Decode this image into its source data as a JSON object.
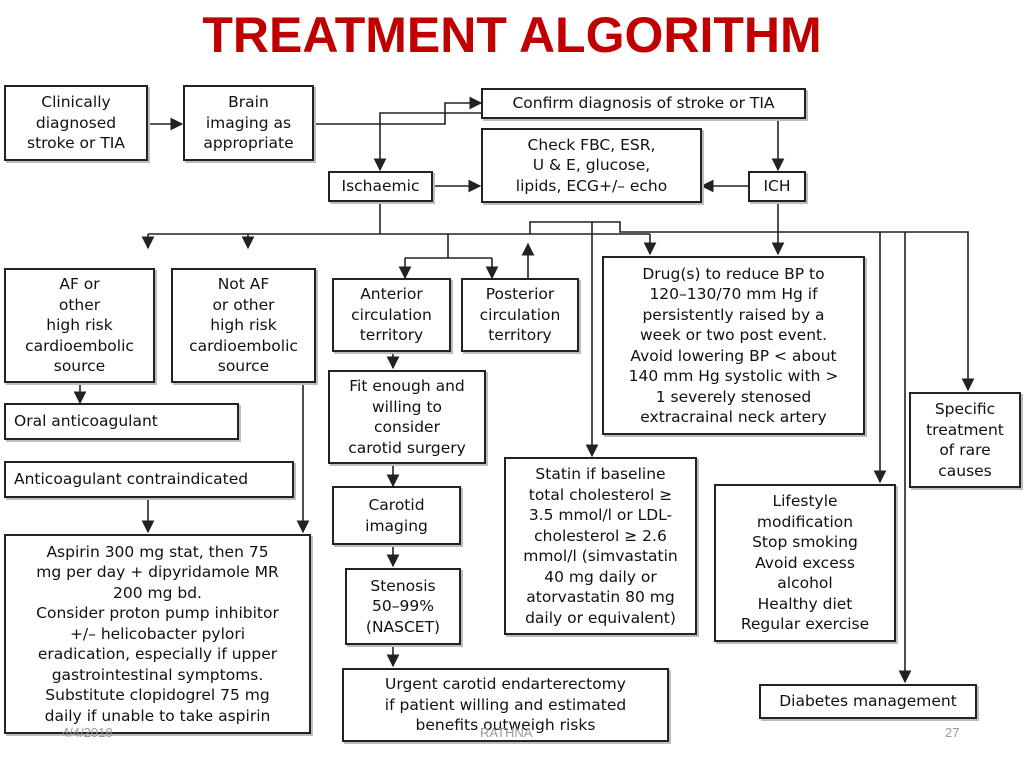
{
  "title": "TREATMENT ALGORITHM",
  "boxes": {
    "clinical": "Clinically\ndiagnosed\nstroke or TIA",
    "brain_imaging": "Brain\nimaging as\nappropriate",
    "confirm": "Confirm diagnosis of stroke or TIA",
    "checks": "Check FBC, ESR,\nU & E, glucose,\nlipids, ECG+/– echo",
    "ischaemic": "Ischaemic",
    "ich": "ICH",
    "af": "AF or\nother\nhigh risk\ncardioembolic\nsource",
    "not_af": "Not AF\nor other\nhigh risk\ncardioembolic\nsource",
    "anterior": "Anterior\ncirculation\nterritory",
    "posterior": "Posterior\ncirculation\nterritory",
    "bp": "Drug(s) to reduce BP to\n120–130/70 mm Hg if\npersistently raised by a\nweek or two post event.\nAvoid lowering BP < about\n140 mm Hg systolic with >\n1 severely stenosed\nextracrainal neck artery",
    "oral_anticoag": "Oral anticoagulant",
    "anticoag_contra": "Anticoagulant contraindicated",
    "fit_surgery": "Fit enough and\nwilling to\nconsider\ncarotid surgery",
    "specific": "Specific\ntreatment\nof rare\ncauses",
    "statin": "Statin if baseline\ntotal cholesterol ≥\n3.5 mmol/l or LDL-\ncholesterol ≥ 2.6\nmmol/l (simvastatin\n40 mg daily or\natorvastatin 80 mg\ndaily or equivalent)",
    "carotid_imaging": "Carotid\nimaging",
    "lifestyle": "Lifestyle\nmodification\nStop smoking\nAvoid excess\nalcohol\nHealthy diet\nRegular exercise",
    "aspirin": "Aspirin 300 mg stat, then 75\nmg per day + dipyridamole MR\n200 mg bd.\nConsider proton pump inhibitor\n+/– helicobacter pylori\neradication, especially if upper\ngastrointestinal symptoms.\nSubstitute clopidogrel 75 mg\ndaily if unable to take aspirin",
    "stenosis": "Stenosis\n50–99%\n(NASCET)",
    "endarterectomy": "Urgent carotid endarterectomy\nif patient willing and estimated\nbenefits outweigh risks",
    "diabetes": "Diabetes management"
  },
  "footer": {
    "date": "4/4/2018",
    "center": "RATHNA",
    "page": "27"
  }
}
